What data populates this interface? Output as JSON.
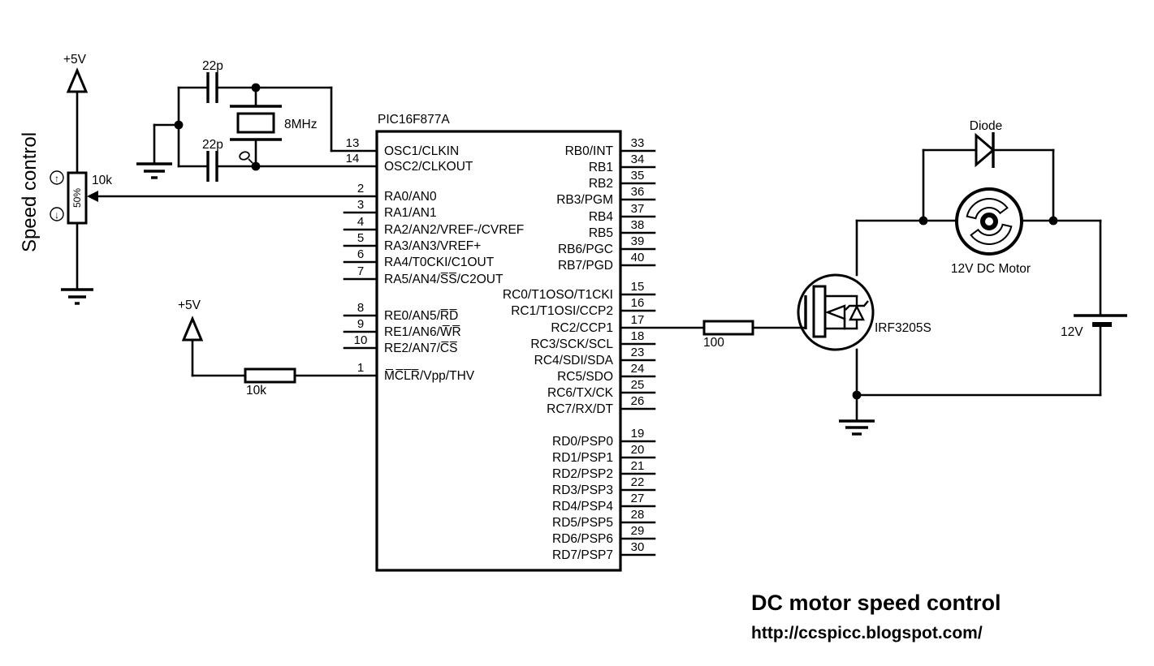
{
  "colors": {
    "ink": "#000000",
    "paper": "#ffffff"
  },
  "title_block": {
    "title": "DC motor speed control",
    "url": "http://ccspicc.blogspot.com/"
  },
  "labels": {
    "speed_control": "Speed control",
    "vcc_pot": "+5V",
    "vcc_mclr": "+5V",
    "pot_value": "10k",
    "pot_wiper": "50%",
    "cap_top": "22p",
    "cap_bottom": "22p",
    "crystal_freq": "8MHz",
    "mclr_resistor": "10k",
    "gate_resistor": "100",
    "mosfet": "IRF3205S",
    "diode": "Diode",
    "motor": "12V DC Motor",
    "battery": "12V"
  },
  "icons": {
    "up_arrow": "↑",
    "down_arrow": "↓"
  },
  "chip": {
    "name": "PIC16F877A",
    "left_pins": [
      {
        "num": "13",
        "label": "OSC1/CLKIN"
      },
      {
        "num": "14",
        "label": "OSC2/CLKOUT"
      },
      {
        "num": "2",
        "label": "RA0/AN0"
      },
      {
        "num": "3",
        "label": "RA1/AN1"
      },
      {
        "num": "4",
        "label": "RA2/AN2/VREF-/CVREF"
      },
      {
        "num": "5",
        "label": "RA3/AN3/VREF+"
      },
      {
        "num": "6",
        "label": "RA4/T0CKI/C1OUT"
      },
      {
        "num": "7",
        "label": "RA5/AN4/S̅S̅/C2OUT"
      },
      {
        "num": "8",
        "label": "RE0/AN5/R̅D̅"
      },
      {
        "num": "9",
        "label": "RE1/AN6/W̅R̅"
      },
      {
        "num": "10",
        "label": "RE2/AN7/C̅S̅"
      },
      {
        "num": "1",
        "label": "M̅C̅L̅R̅/Vpp/THV"
      }
    ],
    "right_pins": [
      {
        "num": "33",
        "label": "RB0/INT"
      },
      {
        "num": "34",
        "label": "RB1"
      },
      {
        "num": "35",
        "label": "RB2"
      },
      {
        "num": "36",
        "label": "RB3/PGM"
      },
      {
        "num": "37",
        "label": "RB4"
      },
      {
        "num": "38",
        "label": "RB5"
      },
      {
        "num": "39",
        "label": "RB6/PGC"
      },
      {
        "num": "40",
        "label": "RB7/PGD"
      },
      {
        "num": "15",
        "label": "RC0/T1OSO/T1CKI"
      },
      {
        "num": "16",
        "label": "RC1/T1OSI/CCP2"
      },
      {
        "num": "17",
        "label": "RC2/CCP1"
      },
      {
        "num": "18",
        "label": "RC3/SCK/SCL"
      },
      {
        "num": "23",
        "label": "RC4/SDI/SDA"
      },
      {
        "num": "24",
        "label": "RC5/SDO"
      },
      {
        "num": "25",
        "label": "RC6/TX/CK"
      },
      {
        "num": "26",
        "label": "RC7/RX/DT"
      },
      {
        "num": "19",
        "label": "RD0/PSP0"
      },
      {
        "num": "20",
        "label": "RD1/PSP1"
      },
      {
        "num": "21",
        "label": "RD2/PSP2"
      },
      {
        "num": "22",
        "label": "RD3/PSP3"
      },
      {
        "num": "27",
        "label": "RD4/PSP4"
      },
      {
        "num": "28",
        "label": "RD5/PSP5"
      },
      {
        "num": "29",
        "label": "RD6/PSP6"
      },
      {
        "num": "30",
        "label": "RD7/PSP7"
      }
    ]
  }
}
